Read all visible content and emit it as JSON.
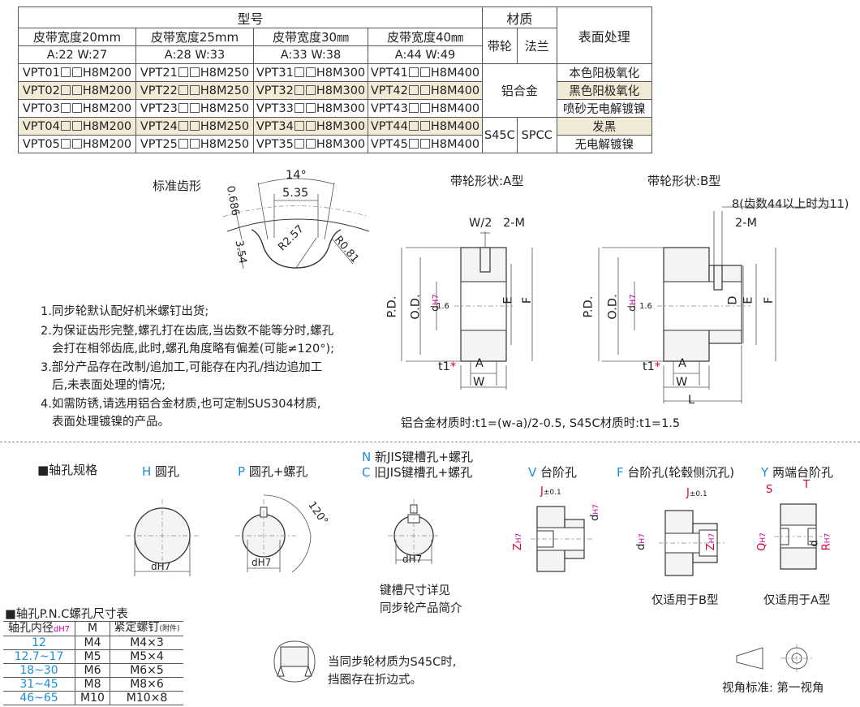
{
  "table": {
    "h_model": "型号",
    "h_material": "材质",
    "h_surface": "表面处理",
    "h_width20": "皮带宽度20mm",
    "h_width25": "皮带宽度25mm",
    "h_width30": "皮带宽度30㎜",
    "h_width40": "皮带宽度40㎜",
    "h_pulley": "带轮",
    "h_flange": "法兰",
    "dim20": "A:22  W:27",
    "dim25": "A:28  W:33",
    "dim30": "A:33  W:38",
    "dim40": "A:44  W:49",
    "rows": [
      {
        "c1a": "VPT01",
        "c2a": "VPT21",
        "c3a": "VPT31",
        "c4a": "VPT41",
        "s1": "H8M200",
        "s2": "H8M250",
        "s3": "H8M300",
        "s4": "H8M400",
        "surface": "本色阳极氧化"
      },
      {
        "c1a": "VPT02",
        "c2a": "VPT22",
        "c3a": "VPT32",
        "c4a": "VPT42",
        "s1": "H8M200",
        "s2": "H8M250",
        "s3": "H8M300",
        "s4": "H8M400",
        "surface": "黑色阳极氧化"
      },
      {
        "c1a": "VPT03",
        "c2a": "VPT23",
        "c3a": "VPT33",
        "c4a": "VPT43",
        "s1": "H8M200",
        "s2": "H8M250",
        "s3": "H8M300",
        "s4": "H8M400",
        "surface": "喷砂无电解镀镍"
      },
      {
        "c1a": "VPT04",
        "c2a": "VPT24",
        "c3a": "VPT34",
        "c4a": "VPT44",
        "s1": "H8M200",
        "s2": "H8M250",
        "s3": "H8M300",
        "s4": "H8M400",
        "surface": "发黑"
      },
      {
        "c1a": "VPT05",
        "c2a": "VPT25",
        "c3a": "VPT35",
        "c4a": "VPT45",
        "s1": "H8M200",
        "s2": "H8M250",
        "s3": "H8M300",
        "s4": "H8M400",
        "surface": "无电解镀镍"
      }
    ],
    "mat_al": "铝合金",
    "mat_s45c": "S45C",
    "mat_spcc": "SPCC"
  },
  "tooth": {
    "title": "标准齿形",
    "angle": "14°",
    "w535": "5.35",
    "d0686": "0.686",
    "d354": "3.54",
    "r257": "R2.57",
    "r081": "R0.81"
  },
  "shapeA": {
    "title": "带轮形状:A型",
    "w2": "W/2",
    "m2": "2-M",
    "pd": "P.D.",
    "od": "O.D.",
    "e": "E",
    "f": "F",
    "d": "d",
    "h7": "H7",
    "ra": "1.6",
    "t1": "t1",
    "star": "*",
    "a": "A",
    "w": "W"
  },
  "shapeB": {
    "title": "带轮形状:B型",
    "note": "8(齿数44以上时为11)",
    "m2": "2-M",
    "pd": "P.D.",
    "od": "O.D.",
    "dd": "D",
    "e": "E",
    "f": "F",
    "d": "d",
    "h7": "H7",
    "ra": "1.6",
    "t1": "t1",
    "star": "*",
    "a": "A",
    "w": "W",
    "l": "L"
  },
  "notes": [
    "1.同步轮默认配好机米螺钉出货;",
    "2.为保证齿形完整,螺孔打在齿底,当齿数不能等分时,螺孔",
    "会打在相邻齿底,此时,螺孔角度略有偏差(可能≠120°);",
    "3.部分产品存在改制/追加工,可能存在内孔/挡边追加工",
    "后,未表面处理的情况;",
    "4.如需防锈,请选用铝合金材质,也可定制SUS304材质,",
    "表面处理镀镍的产品。"
  ],
  "t1_note": "铝合金材质时:t1=(w-a)/2-0.5, S45C材质时:t1=1.5",
  "bore": {
    "title": "■轴孔规格",
    "h_code": "H",
    "h_name": " 圆孔",
    "p_code": "P",
    "p_name": " 圆孔+螺孔",
    "n_code": "N",
    "n_name": " 新JIS键槽孔+螺孔",
    "c_code": "C",
    "c_name": " 旧JIS键槽孔+螺孔",
    "v_code": "V",
    "v_name": " 台阶孔",
    "f_code": "F",
    "f_name": " 台阶孔(轮毂侧沉孔)",
    "y_code": "Y",
    "y_name": " 两端台阶孔",
    "dh7": "dH7",
    "angle120": "120°",
    "keynote1": "键槽尺寸详见",
    "keynote2": "同步轮产品简介",
    "j": "J",
    "tol": "±0.1",
    "z": "Z",
    "h7": "H7",
    "s": "S",
    "t": "T",
    "q": "Q",
    "r": "R",
    "dd": "d",
    "onlyB": "仅适用于B型",
    "onlyA": "仅适用于A型"
  },
  "shaft": {
    "title": "■轴孔P.N.C螺孔尺寸表",
    "h1": "轴孔内径",
    "h1sub": "dH7",
    "h2": "M",
    "h3": "紧定螺钉",
    "h3sub": "(附件)",
    "rows": [
      {
        "d": "12",
        "m": "M4",
        "s": "M4×3"
      },
      {
        "d": "12.7~17",
        "m": "M5",
        "s": "M5×4"
      },
      {
        "d": "18~30",
        "m": "M6",
        "s": "M6×5"
      },
      {
        "d": "31~45",
        "m": "M8",
        "s": "M8×6"
      },
      {
        "d": "46~65",
        "m": "M10",
        "s": "M10×8"
      }
    ]
  },
  "flange_note1": "当同步轮材质为S45C时,",
  "flange_note2": "挡圈存在折边式。",
  "view_note": "视角标准: 第一视角"
}
